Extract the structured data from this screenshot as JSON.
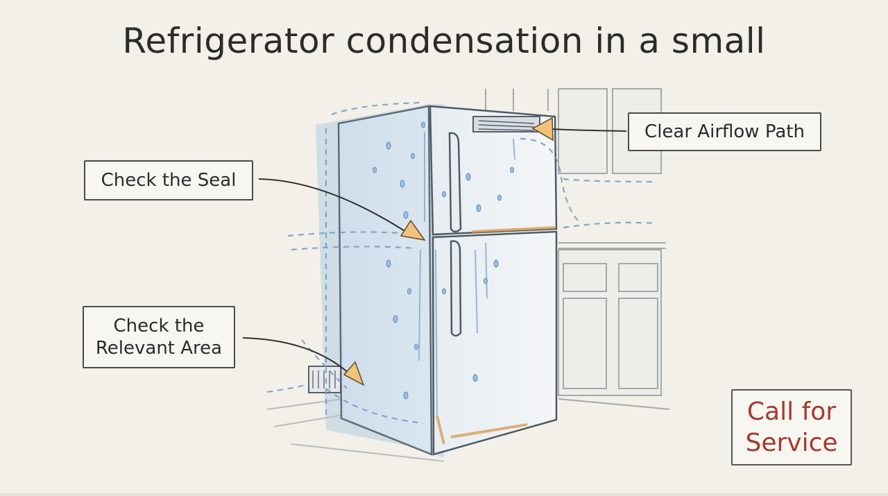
{
  "title": "Refrigerator condensation in a small",
  "labels": {
    "check_seal": "Check the Seal",
    "clear_airflow": "Clear Airflow Path",
    "check_area": "Check the\nRelevant Area",
    "call_service": "Call for\nService"
  },
  "colors": {
    "background": "#f2f0e8",
    "ink": "#2b2b2b",
    "water": "#8fb4d6",
    "arrow": "#f2c27b",
    "rust": "#d49a4e",
    "service_text": "#a33a2e"
  },
  "icons": {
    "appliance": "refrigerator",
    "droplets": "water-droplet",
    "vent": "floor-vent"
  }
}
